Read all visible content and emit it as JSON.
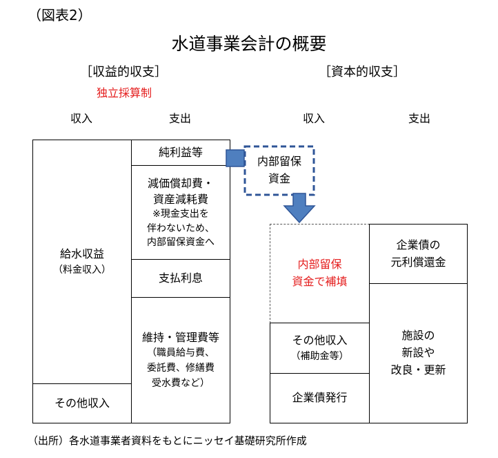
{
  "figure_label": "（図表2）",
  "title": "水道事業会計の概要",
  "revenue_section": {
    "header": "［収益的収支］",
    "subtitle": "独立採算制",
    "income_col": "収入",
    "expense_col": "支出",
    "income_items": [
      {
        "lines": [
          "給水収益",
          "（料金収入）"
        ]
      },
      {
        "lines": [
          "その他収入"
        ]
      }
    ],
    "expense_items": [
      {
        "lines": [
          "純利益等"
        ]
      },
      {
        "lines": [
          "減価償却費・",
          "資産減耗費",
          "※現金支出を",
          "伴わないため、",
          "内部留保資金へ"
        ]
      },
      {
        "lines": [
          "支払利息"
        ]
      },
      {
        "lines": [
          "維持・管理費等",
          "（職員給与費、",
          "委託費、修繕費",
          "受水費など）"
        ]
      }
    ]
  },
  "capital_section": {
    "header": "［資本的収支］",
    "income_col": "収入",
    "expense_col": "支出",
    "income_items": [
      {
        "lines": [
          "内部留保",
          "資金で補填"
        ]
      },
      {
        "lines": [
          "その他収入",
          "（補助金等）"
        ]
      },
      {
        "lines": [
          "企業債発行"
        ]
      }
    ],
    "expense_items": [
      {
        "lines": [
          "企業債の",
          "元利償還金"
        ]
      },
      {
        "lines": [
          "施設の",
          "新設や",
          "改良・更新"
        ]
      }
    ]
  },
  "reserve_box": {
    "lines": [
      "内部留保",
      "資金"
    ]
  },
  "colors": {
    "accent_red": "#e41b1b",
    "arrow_fill": "#4f7fbf",
    "arrow_stroke": "#2f5597"
  },
  "source_note": "（出所）各水道事業者資料をもとにニッセイ基礎研究所作成"
}
